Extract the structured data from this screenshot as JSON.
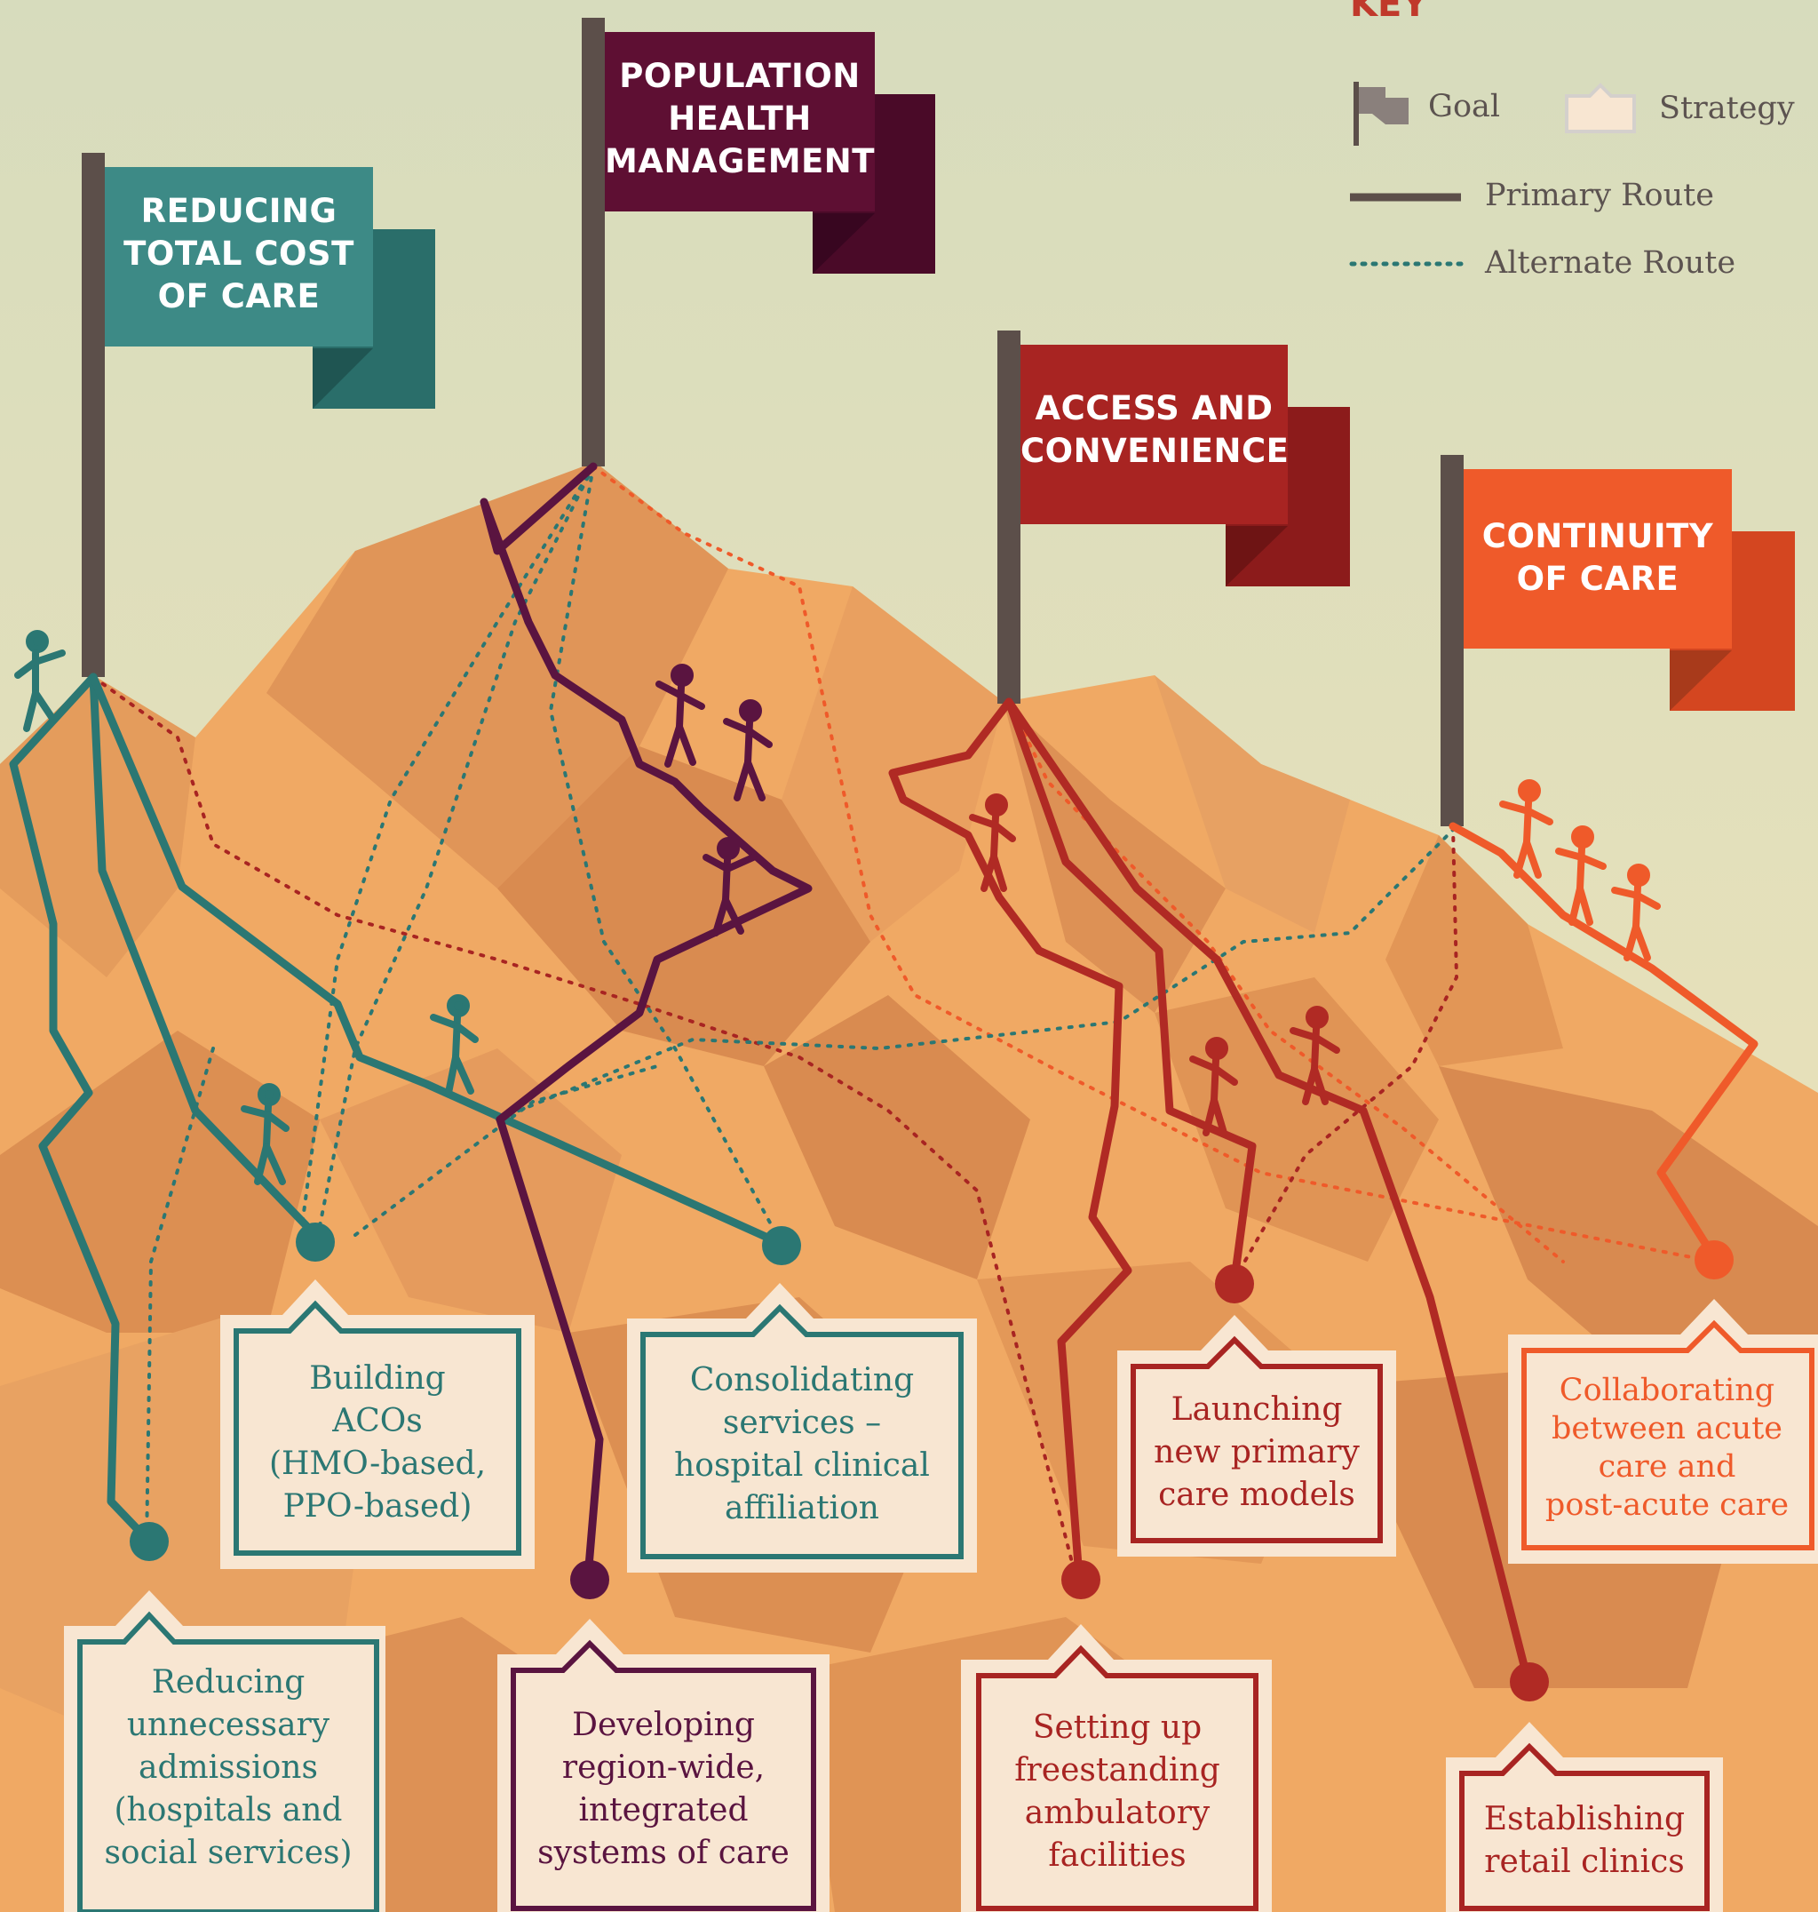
{
  "key": {
    "title": "KEY",
    "goal": "Goal",
    "strategy": "Strategy",
    "primary_route": "Primary Route",
    "alternate_route": "Alternate Route"
  },
  "goals": [
    {
      "text": "REDUCING\nTOTAL COST\nOF CARE",
      "color": "#3d8a86",
      "dark": "#2a6e6a"
    },
    {
      "text": "POPULATION\nHEALTH\nMANAGEMENT",
      "color": "#5e0f33",
      "dark": "#4a0a28"
    },
    {
      "text": "ACCESS AND\nCONVENIENCE",
      "color": "#a82422",
      "dark": "#8c1b1b"
    },
    {
      "text": "CONTINUITY\nOF CARE",
      "color": "#ef5a2a",
      "dark": "#d44620"
    }
  ],
  "strategies": [
    {
      "text": "Reducing\nunnecessary\nadmissions\n(hospitals and\nsocial services)",
      "color": "#2b7773"
    },
    {
      "text": "Building\nACOs\n(HMO-based,\nPPO-based)",
      "color": "#2b7773"
    },
    {
      "text": "Consolidating\nservices –\nhospital clinical\naffiliation",
      "color": "#2b7773"
    },
    {
      "text": "Developing\nregion-wide,\nintegrated\nsystems of care",
      "color": "#5a1440"
    },
    {
      "text": "Setting up\nfreestanding\nambulatory\nfacilities",
      "color": "#a82422"
    },
    {
      "text": "Launching\nnew primary\ncare models",
      "color": "#a82422"
    },
    {
      "text": "Establishing\nretail clinics",
      "color": "#a82422"
    },
    {
      "text": "Collaborating\nbetween acute\ncare and\npost-acute care",
      "color": "#ef5a2a"
    }
  ],
  "colors": {
    "teal": "#2b7773",
    "plum": "#5a1440",
    "red": "#b02a24",
    "orange": "#ef5a2a",
    "pole": "#5c4f4a",
    "box_fill": "#f8e6d2"
  }
}
